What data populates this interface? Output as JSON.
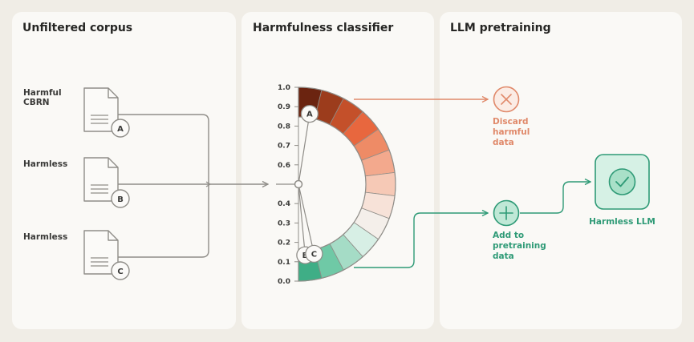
{
  "panels": [
    {
      "title": "Unfiltered corpus"
    },
    {
      "title": "Harmfulness classifier"
    },
    {
      "title": "LLM pretraining"
    }
  ],
  "documents": [
    {
      "label_lines": [
        "Harmful",
        "CBRN"
      ],
      "badge": "A"
    },
    {
      "label_lines": [
        "Harmless"
      ],
      "badge": "B"
    },
    {
      "label_lines": [
        "Harmless"
      ],
      "badge": "C"
    }
  ],
  "classifier": {
    "ticks": [
      "1.0",
      "0.9",
      "0.8",
      "0.7",
      "0.6",
      "0.4",
      "0.3",
      "0.2",
      "0.1",
      "0.0"
    ],
    "band_colors": [
      "#6b2410",
      "#9c3c1c",
      "#c4502a",
      "#e8673e",
      "#ee8b66",
      "#f3a98d",
      "#f6c9b6",
      "#f7e2d8",
      "#f4efea",
      "#d7efe5",
      "#a5dcc6",
      "#6fc9a6",
      "#3fae86"
    ],
    "markers": [
      {
        "badge": "A",
        "score": 0.95
      },
      {
        "badge": "B",
        "score": 0.03
      },
      {
        "badge": "C",
        "score": 0.07
      }
    ]
  },
  "outcomes": {
    "discard": {
      "lines": [
        "Discard",
        "harmful",
        "data"
      ],
      "color": "#e0896a",
      "icon": "x-icon"
    },
    "add": {
      "lines": [
        "Add to",
        "pretraining",
        "data"
      ],
      "color": "#2e9a76",
      "icon": "plus-icon"
    },
    "llm": {
      "label": "Harmless LLM",
      "icon": "check-icon"
    }
  }
}
